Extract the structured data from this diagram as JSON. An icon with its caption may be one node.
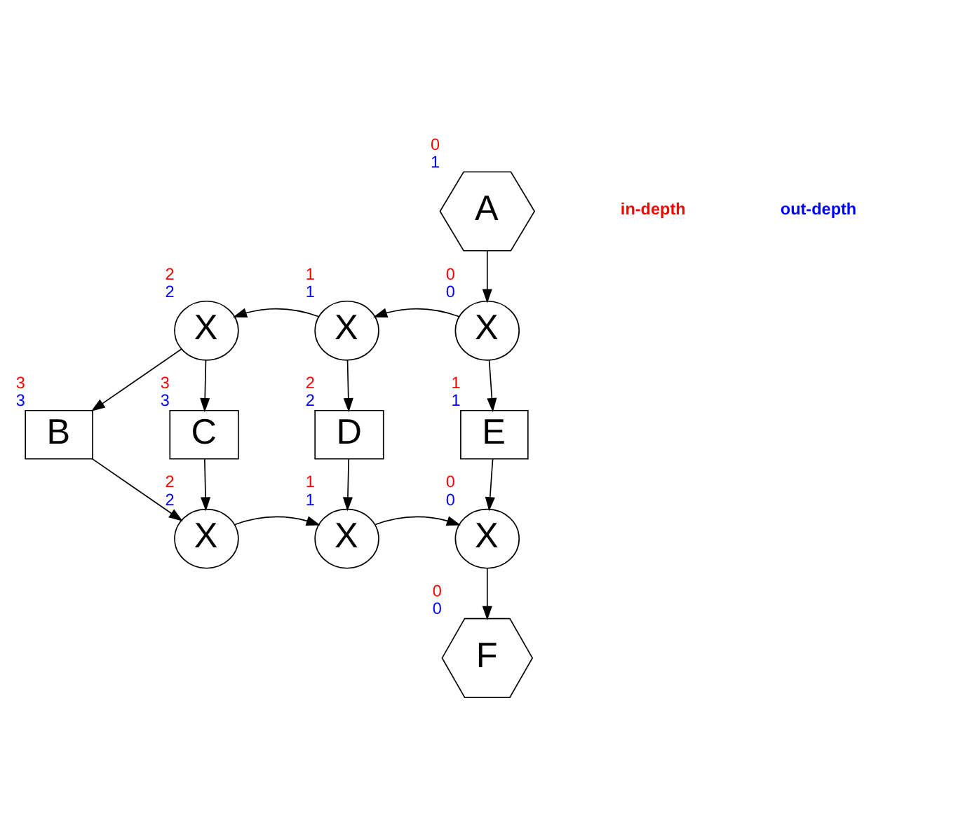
{
  "diagram": {
    "nodes": [
      {
        "text": [
          "A"
        ],
        "beside": [
          "0",
          "1"
        ]
      },
      {
        "text": [
          "X"
        ],
        "beside": [
          "2",
          "2"
        ]
      },
      {
        "text": [
          "X"
        ],
        "beside": [
          "1",
          "1"
        ]
      },
      {
        "text": [
          "X"
        ],
        "beside": [
          "0",
          "0"
        ]
      },
      {
        "text": [
          "B"
        ],
        "beside": [
          "3",
          "3"
        ]
      },
      {
        "text": [
          "C"
        ],
        "beside": [
          "3",
          "3"
        ]
      },
      {
        "text": [
          "D"
        ],
        "beside": [
          "2",
          "2"
        ]
      },
      {
        "text": [
          "E"
        ],
        "beside": [
          "1",
          "1"
        ]
      },
      {
        "text": [
          "X"
        ],
        "beside": [
          "2",
          "2"
        ]
      },
      {
        "text": [
          "X"
        ],
        "beside": [
          "1",
          "1"
        ]
      },
      {
        "text": [
          "X"
        ],
        "beside": [
          "0",
          "0"
        ]
      },
      {
        "text": [
          "F"
        ],
        "beside": [
          "0",
          "0"
        ]
      }
    ],
    "edges": [
      {
        "from": 0,
        "to": 3,
        "arrow": "to"
      },
      {
        "from": 3,
        "to": 2,
        "arrow": "to"
      },
      {
        "from": 2,
        "to": 1,
        "arrow": "to"
      },
      {
        "from": 1,
        "to": 4,
        "arrow": "to"
      },
      {
        "from": 1,
        "to": 5,
        "arrow": "to"
      },
      {
        "from": 2,
        "to": 6,
        "arrow": "to"
      },
      {
        "from": 3,
        "to": 7,
        "arrow": "to"
      },
      {
        "from": 4,
        "to": 8,
        "arrow": "to"
      },
      {
        "from": 5,
        "to": 8,
        "arrow": "to"
      },
      {
        "from": 8,
        "to": 9,
        "arrow": "to"
      },
      {
        "from": 6,
        "to": 9,
        "arrow": "to"
      },
      {
        "from": 9,
        "to": 10,
        "arrow": "to"
      },
      {
        "from": 7,
        "to": 10,
        "arrow": "to"
      },
      {
        "from": 10,
        "to": 11,
        "arrow": "to"
      }
    ],
    "legend": [
      {
        "text": "in-depth",
        "color": "#ff0000"
      },
      {
        "text": "out-depth",
        "color": "#0000ff"
      }
    ]
  }
}
